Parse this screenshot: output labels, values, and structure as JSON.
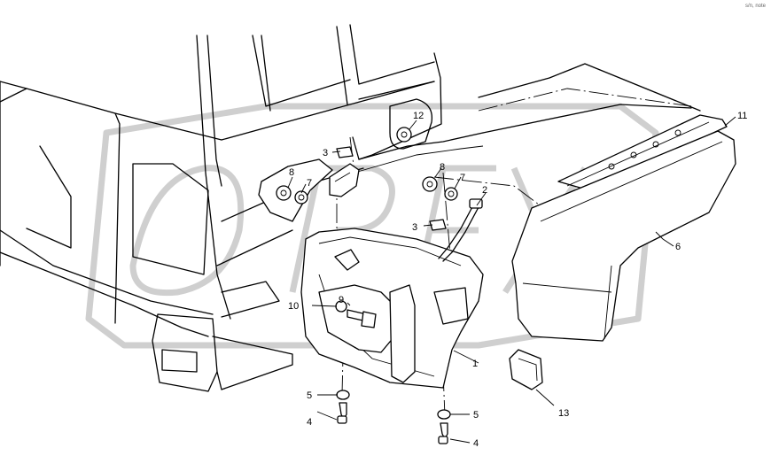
{
  "diagram": {
    "corner_mark": "s/n, note",
    "callouts": {
      "c1": "1",
      "c2": "2",
      "c3a": "3",
      "c3b": "3",
      "c4a": "4",
      "c4b": "4",
      "c5a": "5",
      "c5b": "5",
      "c6": "6",
      "c7a": "7",
      "c7b": "7",
      "c8a": "8",
      "c8b": "8",
      "c9": "9",
      "c10": "10",
      "c11": "11",
      "c12": "12",
      "c13": "13"
    }
  }
}
